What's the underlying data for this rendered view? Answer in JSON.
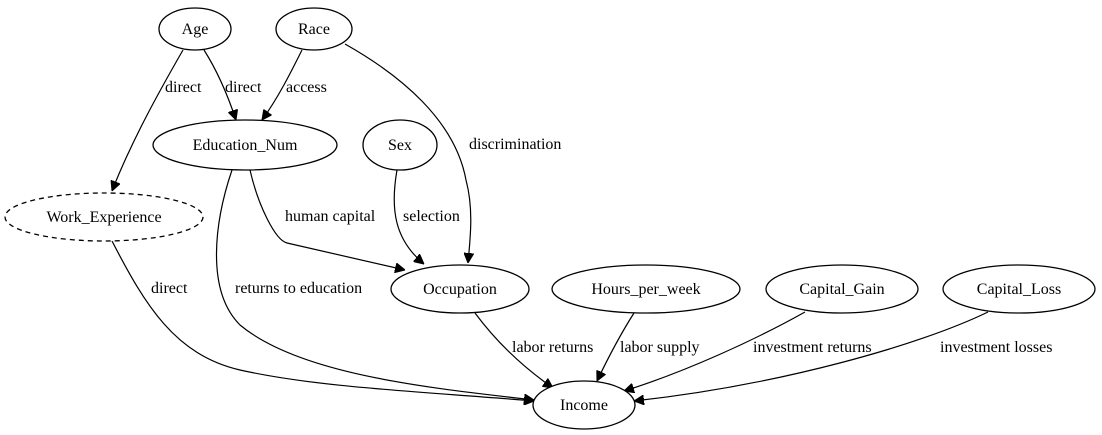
{
  "nodes": {
    "age": "Age",
    "race": "Race",
    "education_num": "Education_Num",
    "sex": "Sex",
    "work_experience": "Work_Experience",
    "occupation": "Occupation",
    "hours_per_week": "Hours_per_week",
    "capital_gain": "Capital_Gain",
    "capital_loss": "Capital_Loss",
    "income": "Income"
  },
  "edges": {
    "age_work_experience": "direct",
    "age_education": "direct",
    "race_education": "access",
    "race_occupation": "discrimination",
    "education_occupation": "human capital",
    "sex_occupation": "selection",
    "work_experience_income": "direct",
    "education_income": "returns to education",
    "occupation_income": "labor returns",
    "hours_income": "labor supply",
    "capital_gain_income": "investment returns",
    "capital_loss_income": "investment losses"
  },
  "styles": {
    "stroke_color": "#000000",
    "background": "#ffffff",
    "latent_node_border": "dashed"
  }
}
